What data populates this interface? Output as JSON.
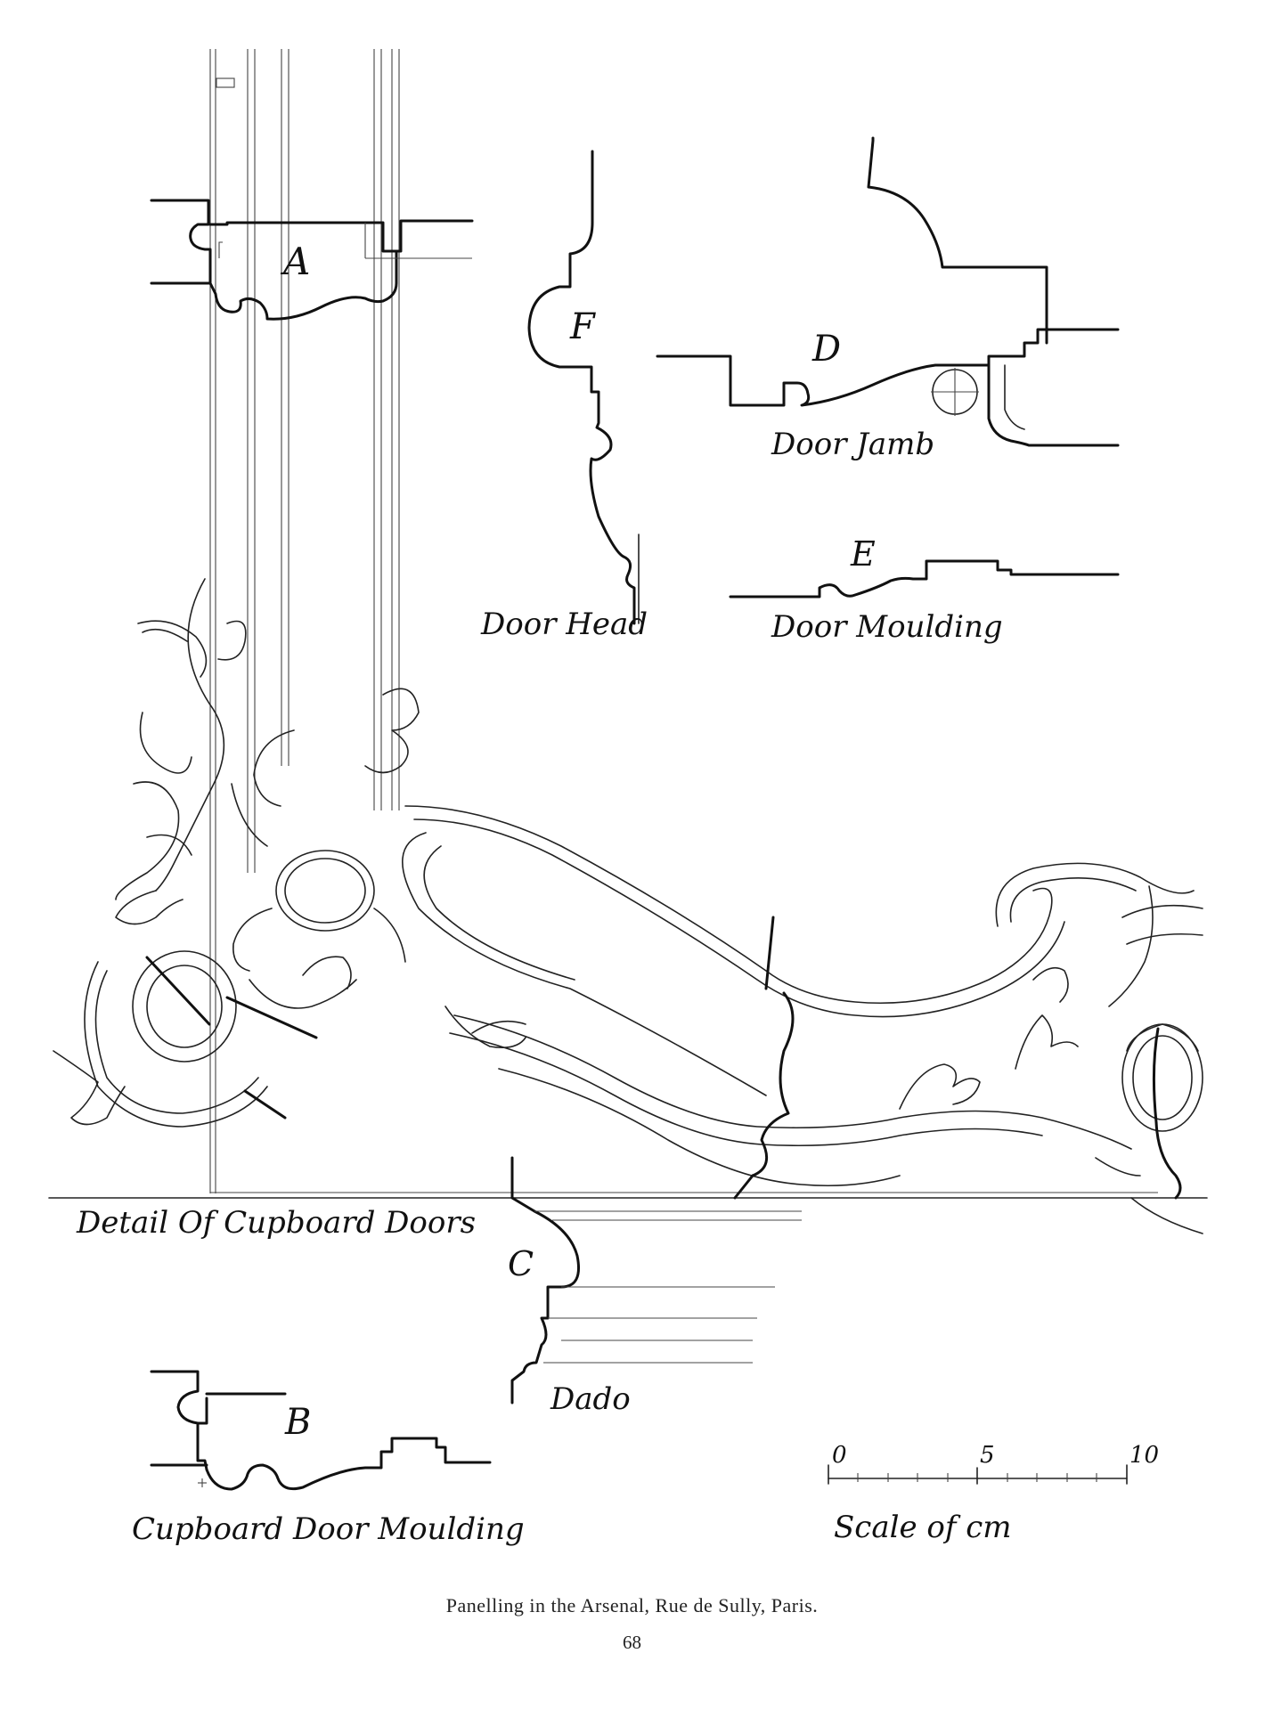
{
  "labels": {
    "a": "A",
    "b": "B",
    "c": "C",
    "d": "D",
    "e": "E",
    "f": "F",
    "door_jamb": "Door Jamb",
    "door_head": "Door Head",
    "door_moulding": "Door Moulding",
    "detail_cupboard_doors": "Detail Of Cupboard Doors",
    "dado": "Dado",
    "cupboard_door_moulding": "Cupboard Door Moulding"
  },
  "scale": {
    "tick_0": "0",
    "tick_5": "5",
    "tick_10": "10",
    "label": "Scale of cm"
  },
  "caption": "Panelling in the Arsenal, Rue de Sully, Paris.",
  "page_number": "68"
}
